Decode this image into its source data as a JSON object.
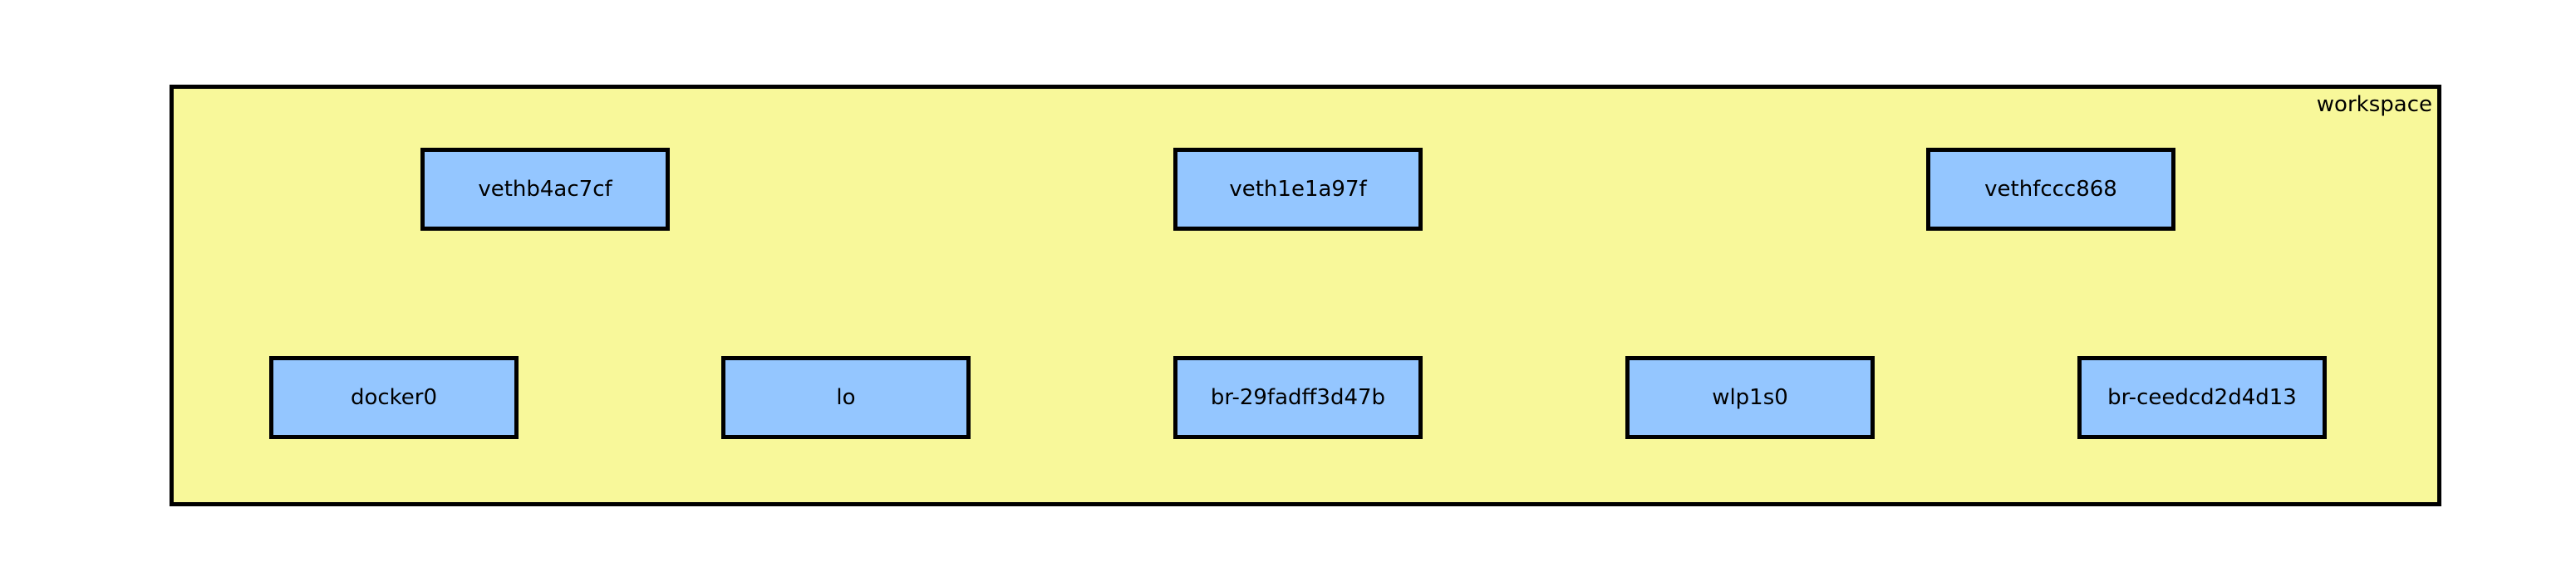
{
  "cluster": {
    "label": "workspace"
  },
  "nodes": [
    {
      "label": "vethb4ac7cf"
    },
    {
      "label": "veth1e1a97f"
    },
    {
      "label": "vethfccc868"
    },
    {
      "label": "docker0"
    },
    {
      "label": "lo"
    },
    {
      "label": "br-29fadff3d47b"
    },
    {
      "label": "wlp1s0"
    },
    {
      "label": "br-ceedcd2d4d13"
    }
  ],
  "colors": {
    "cluster_fill": "#f8f89a",
    "node_fill": "#94c6ff",
    "stroke": "#000000"
  }
}
